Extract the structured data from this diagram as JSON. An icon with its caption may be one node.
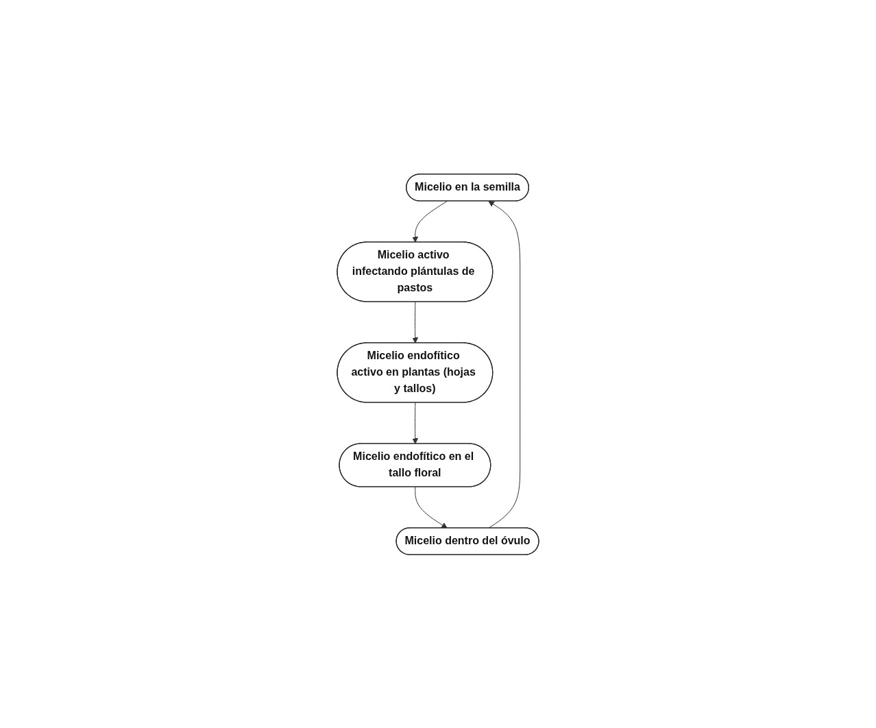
{
  "diagram": {
    "nodes": [
      {
        "text": [
          "Micelio en la semilla"
        ]
      },
      {
        "text": [
          "Micelio dentro del óvulo"
        ]
      },
      {
        "text": [
          "Micelio activo infectando plántulas de pastos"
        ]
      },
      {
        "text": [
          "Micelio endofítico en el tallo floral"
        ]
      },
      {
        "text": [
          "Micelio endofítico activo en plantas (hojas y tallos)"
        ]
      }
    ],
    "edges": [
      {
        "from": 1,
        "to": 0,
        "arrow": "to"
      },
      {
        "from": 0,
        "to": 2,
        "arrow": "to"
      },
      {
        "from": 2,
        "to": 4,
        "arrow": "to"
      },
      {
        "from": 4,
        "to": 3,
        "arrow": "to"
      },
      {
        "from": 3,
        "to": 1,
        "arrow": "to"
      }
    ]
  }
}
